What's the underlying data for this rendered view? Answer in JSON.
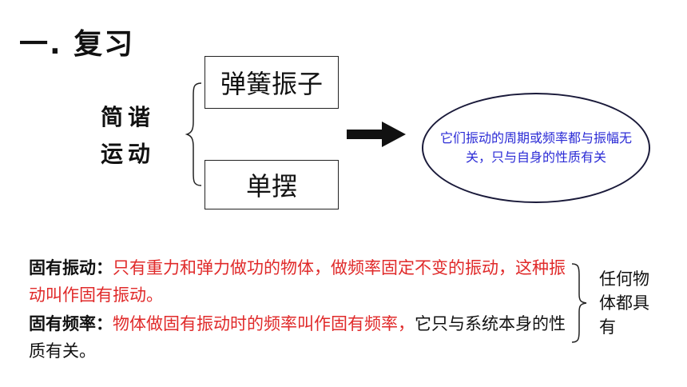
{
  "title": "一. 复习",
  "topic": {
    "line1": "简谐",
    "line2": "运动"
  },
  "types": [
    "弹簧振子",
    "单摆"
  ],
  "conclusion": "它们振动的周期或频率都与振幅无关，只与自身的性质有关",
  "definitions": [
    {
      "term": "固有振动：",
      "text_red": "只有重力和弹力做功的物体，做频率固定不变的振动，这种振动叫作固有振动。",
      "text_black": ""
    },
    {
      "term": "固有频率：",
      "text_red": "物体做固有振动时的频率叫作固有频率，",
      "text_black": "它只与系统本身的性质有关。"
    }
  ],
  "side_note": "任何物体都具有",
  "colors": {
    "red": "#e02a2a",
    "blue": "#2b2bd6"
  }
}
